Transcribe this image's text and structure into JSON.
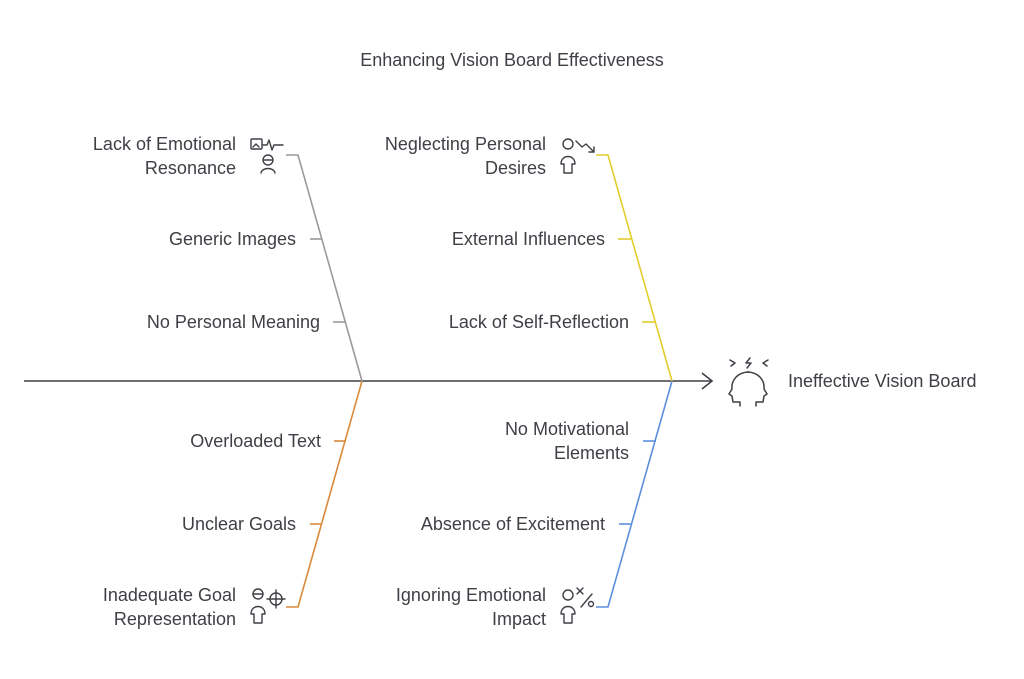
{
  "title": "Enhancing Vision Board Effectiveness",
  "effect": {
    "label": "Ineffective Vision Board",
    "icon": "frustrated-heads-icon"
  },
  "colors": {
    "spine": "#3f3f46",
    "emotional": "#9a9a9a",
    "desires": "#e3cc2b",
    "goals": "#d98a3a",
    "motivation": "#5b8fdc"
  },
  "categories": {
    "emotional": {
      "label_line1": "Lack of Emotional",
      "label_line2": "Resonance",
      "icon": "image-pulse-person-icon",
      "causes": [
        "Generic Images",
        "No Personal Meaning"
      ]
    },
    "desires": {
      "label_line1": "Neglecting Personal",
      "label_line2": "Desires",
      "icon": "person-arrow-icon",
      "causes": [
        "External Influences",
        "Lack of Self-Reflection"
      ]
    },
    "goals": {
      "label_line1": "Inadequate Goal",
      "label_line2": "Representation",
      "icon": "person-target-icon",
      "causes": [
        "Overloaded Text",
        "Unclear Goals"
      ]
    },
    "motivation": {
      "label_line1": "Ignoring Emotional",
      "label_line2": "Impact",
      "icon": "person-percent-icon",
      "causes": [
        "No Motivational Elements",
        "Absence of Excitement"
      ]
    }
  }
}
